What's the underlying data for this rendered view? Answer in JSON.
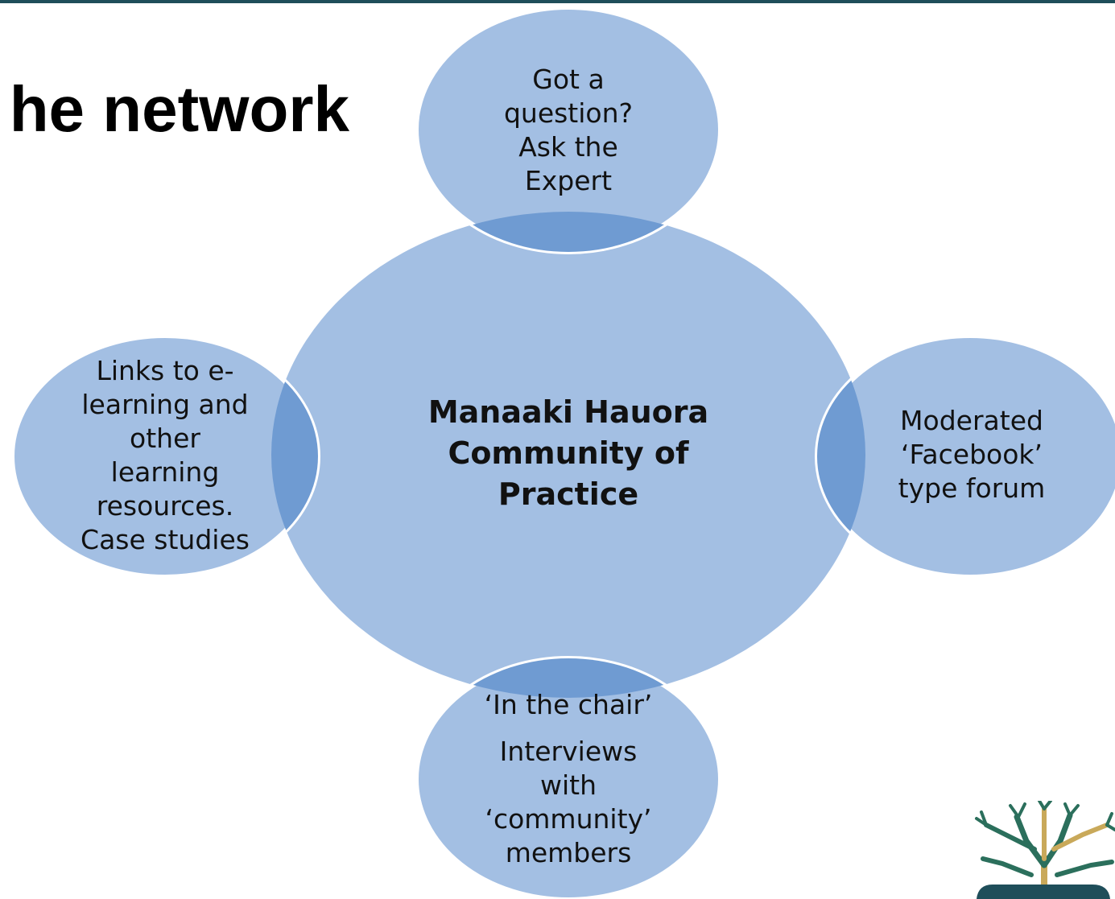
{
  "slide": {
    "title": "he network"
  },
  "diagram": {
    "center": {
      "lines": [
        "Manaaki Hauora",
        "Community of",
        "Practice"
      ]
    },
    "top": {
      "lines": [
        "Got a",
        "question?",
        "Ask the",
        "Expert"
      ]
    },
    "left": {
      "lines": [
        "Links to e-",
        "learning and",
        "other",
        "learning",
        "resources.",
        "Case studies"
      ]
    },
    "right": {
      "lines": [
        "Moderated",
        "‘Facebook’",
        "type forum"
      ]
    },
    "bottom": {
      "line1": "‘In the chair’",
      "lines": [
        "Interviews",
        "with",
        "‘community’",
        "members"
      ]
    },
    "colors": {
      "fill": "#a3bfe3",
      "overlap": "#6f9bd2",
      "outline": "#ffffff",
      "text": "#111111"
    }
  },
  "logo": {
    "icon": "tree-logo-icon",
    "colors": [
      "#2b6f5c",
      "#c9a95a",
      "#1f4e5a"
    ]
  }
}
